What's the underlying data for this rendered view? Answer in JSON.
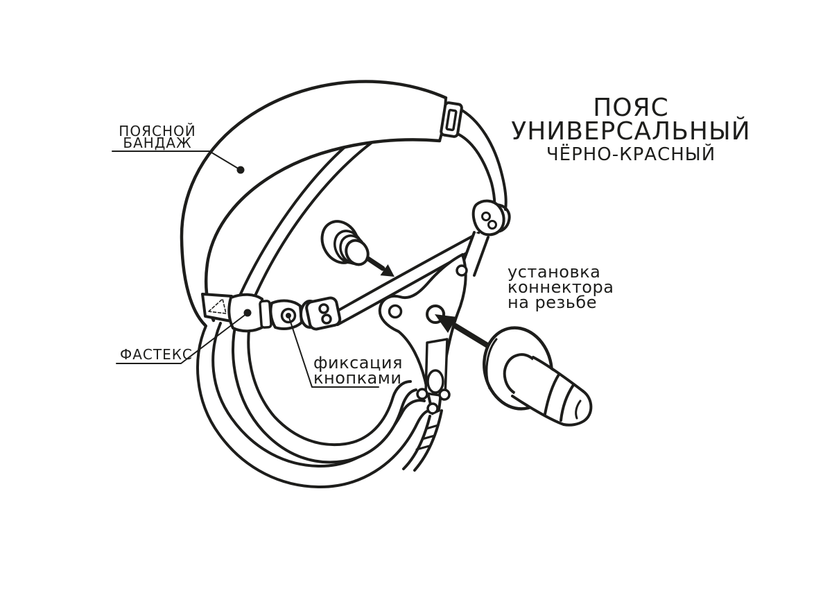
{
  "meta": {
    "background_color": "#ffffff",
    "ink_color": "#1d1d1b",
    "drawing": "line-art instruction diagram of a universal strap-on harness belt"
  },
  "title": {
    "line1": "ПОЯС",
    "line2": "УНИВЕРСАЛЬНЫЙ",
    "subtitle": "ЧЁРНО-КРАСНЫЙ"
  },
  "labels": {
    "waist_band": {
      "line1": "ПОЯСНОЙ",
      "line2": "БАНДАЖ"
    },
    "fastex": {
      "text": "ФАСТЕКС"
    },
    "button_lock": {
      "line1": "фиксация",
      "line2": "кнопками"
    },
    "connector_install": {
      "line1": "установка",
      "line2": "коннектора",
      "line3": "на резьбе"
    }
  }
}
